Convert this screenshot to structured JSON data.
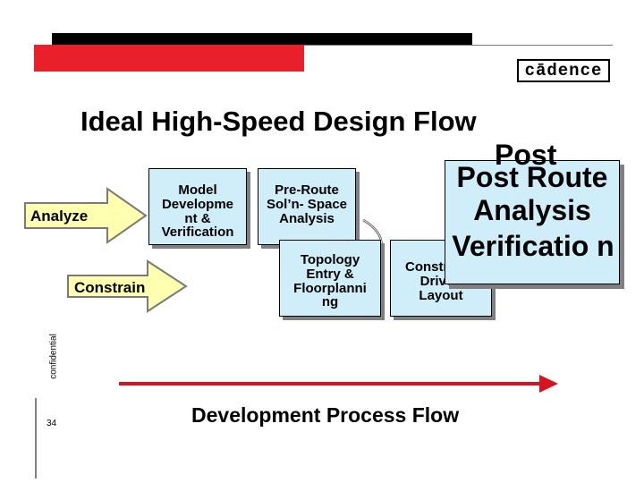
{
  "header": {
    "logo_text": "cādence",
    "colors": {
      "red": "#e8202a",
      "black": "#000000",
      "box_fill": "#cfeefa",
      "arrow_fill": "#ffffb0",
      "arrow_stroke": "#7a7a7a",
      "flow_red": "#d8121e"
    }
  },
  "title": "Ideal High-Speed Design Flow",
  "arrows": {
    "analyze": "Analyze",
    "constrain": "Constrain"
  },
  "boxes": {
    "model": "Model Developme nt & Verification",
    "preroute": "Pre-Route Sol’n- Space Analysis",
    "topology": "Topology Entry & Floorplanni ng",
    "constraint": "Constraint- Driven Layout",
    "postroute": "Post Route Analysis",
    "verification": "Verificatio n"
  },
  "footer": {
    "confidential": "confidential",
    "page_number": "34",
    "flow_label": "Development Process Flow"
  }
}
